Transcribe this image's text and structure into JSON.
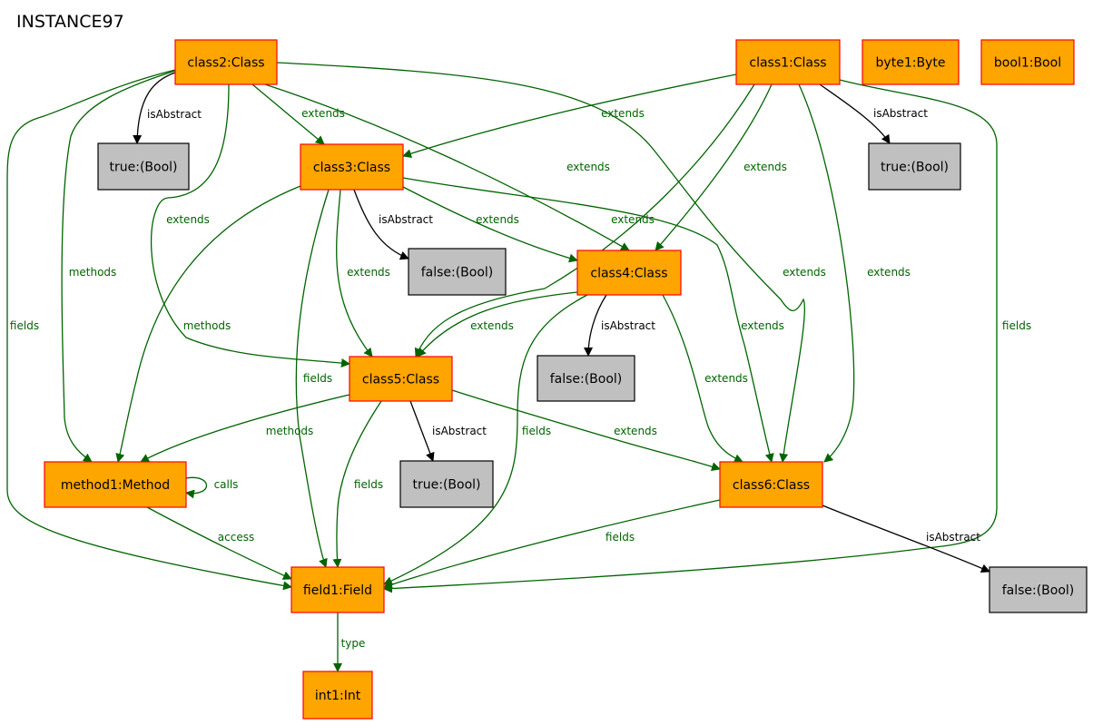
{
  "diagram": {
    "title": "INSTANCE97",
    "colors": {
      "object_fill": "#ffa500",
      "object_stroke": "#ff0000",
      "value_fill": "#c0c0c0",
      "value_stroke": "#000000",
      "relation_edge": "#006400",
      "attribute_edge": "#000000"
    },
    "nodes": [
      {
        "id": "class2",
        "label": "class2:Class",
        "kind": "object"
      },
      {
        "id": "class1",
        "label": "class1:Class",
        "kind": "object"
      },
      {
        "id": "byte1",
        "label": "byte1:Byte",
        "kind": "object"
      },
      {
        "id": "bool1",
        "label": "bool1:Bool",
        "kind": "object"
      },
      {
        "id": "true_a",
        "label": "true:(Bool)",
        "kind": "value"
      },
      {
        "id": "class3",
        "label": "class3:Class",
        "kind": "object"
      },
      {
        "id": "true_b",
        "label": "true:(Bool)",
        "kind": "value"
      },
      {
        "id": "false_a",
        "label": "false:(Bool)",
        "kind": "value"
      },
      {
        "id": "class4",
        "label": "class4:Class",
        "kind": "object"
      },
      {
        "id": "false_b",
        "label": "false:(Bool)",
        "kind": "value"
      },
      {
        "id": "class5",
        "label": "class5:Class",
        "kind": "object"
      },
      {
        "id": "method1",
        "label": "method1:Method",
        "kind": "object"
      },
      {
        "id": "true_c",
        "label": "true:(Bool)",
        "kind": "value"
      },
      {
        "id": "class6",
        "label": "class6:Class",
        "kind": "object"
      },
      {
        "id": "field1",
        "label": "field1:Field",
        "kind": "object"
      },
      {
        "id": "false_c",
        "label": "false:(Bool)",
        "kind": "value"
      },
      {
        "id": "int1",
        "label": "int1:Int",
        "kind": "object"
      }
    ],
    "edges": [
      {
        "id": "e-c2-true",
        "from": "class2",
        "to": "true_a",
        "label": "isAbstract",
        "kind": "attribute"
      },
      {
        "id": "e-c2-c3",
        "from": "class2",
        "to": "class3",
        "label": "extends",
        "kind": "relation"
      },
      {
        "id": "e-c2-c4",
        "from": "class2",
        "to": "class4",
        "label": "extends",
        "kind": "relation"
      },
      {
        "id": "e-c2-c6",
        "from": "class2",
        "to": "class6",
        "label": "extends",
        "kind": "relation"
      },
      {
        "id": "e-c2-c5",
        "from": "class2",
        "to": "class5",
        "label": "extends",
        "kind": "relation"
      },
      {
        "id": "e-c2-m1",
        "from": "class2",
        "to": "method1",
        "label": "methods",
        "kind": "relation"
      },
      {
        "id": "e-c2-f1",
        "from": "class2",
        "to": "field1",
        "label": "fields",
        "kind": "relation"
      },
      {
        "id": "e-c1-c3",
        "from": "class1",
        "to": "class3",
        "label": "extends",
        "kind": "relation"
      },
      {
        "id": "e-c1-true",
        "from": "class1",
        "to": "true_b",
        "label": "isAbstract",
        "kind": "attribute"
      },
      {
        "id": "e-c1-c4",
        "from": "class1",
        "to": "class4",
        "label": "extends",
        "kind": "relation"
      },
      {
        "id": "e-c1-c5",
        "from": "class1",
        "to": "class5",
        "label": "extends",
        "kind": "relation"
      },
      {
        "id": "e-c1-c6",
        "from": "class1",
        "to": "class6",
        "label": "extends",
        "kind": "relation"
      },
      {
        "id": "e-c1-f1",
        "from": "class1",
        "to": "field1",
        "label": "fields",
        "kind": "relation"
      },
      {
        "id": "e-c3-false",
        "from": "class3",
        "to": "false_a",
        "label": "isAbstract",
        "kind": "attribute"
      },
      {
        "id": "e-c3-c4",
        "from": "class3",
        "to": "class4",
        "label": "extends",
        "kind": "relation"
      },
      {
        "id": "e-c3-c5",
        "from": "class3",
        "to": "class5",
        "label": "extends",
        "kind": "relation"
      },
      {
        "id": "e-c3-c6",
        "from": "class3",
        "to": "class6",
        "label": "extends",
        "kind": "relation"
      },
      {
        "id": "e-c3-m1",
        "from": "class3",
        "to": "method1",
        "label": "methods",
        "kind": "relation"
      },
      {
        "id": "e-c3-f1",
        "from": "class3",
        "to": "field1",
        "label": "fields",
        "kind": "relation"
      },
      {
        "id": "e-c4-false",
        "from": "class4",
        "to": "false_b",
        "label": "isAbstract",
        "kind": "attribute"
      },
      {
        "id": "e-c4-c5",
        "from": "class4",
        "to": "class5",
        "label": "extends",
        "kind": "relation"
      },
      {
        "id": "e-c4-c6",
        "from": "class4",
        "to": "class6",
        "label": "extends",
        "kind": "relation"
      },
      {
        "id": "e-c4-f1",
        "from": "class4",
        "to": "field1",
        "label": "fields",
        "kind": "relation"
      },
      {
        "id": "e-c5-true",
        "from": "class5",
        "to": "true_c",
        "label": "isAbstract",
        "kind": "attribute"
      },
      {
        "id": "e-c5-m1",
        "from": "class5",
        "to": "method1",
        "label": "methods",
        "kind": "relation"
      },
      {
        "id": "e-c5-c6",
        "from": "class5",
        "to": "class6",
        "label": "extends",
        "kind": "relation"
      },
      {
        "id": "e-c5-f1",
        "from": "class5",
        "to": "field1",
        "label": "fields",
        "kind": "relation"
      },
      {
        "id": "e-m1-m1",
        "from": "method1",
        "to": "method1",
        "label": "calls",
        "kind": "relation"
      },
      {
        "id": "e-m1-f1",
        "from": "method1",
        "to": "field1",
        "label": "access",
        "kind": "relation"
      },
      {
        "id": "e-c6-f1",
        "from": "class6",
        "to": "field1",
        "label": "fields",
        "kind": "relation"
      },
      {
        "id": "e-c6-false",
        "from": "class6",
        "to": "false_c",
        "label": "isAbstract",
        "kind": "attribute"
      },
      {
        "id": "e-f1-int",
        "from": "field1",
        "to": "int1",
        "label": "type",
        "kind": "relation"
      }
    ]
  }
}
